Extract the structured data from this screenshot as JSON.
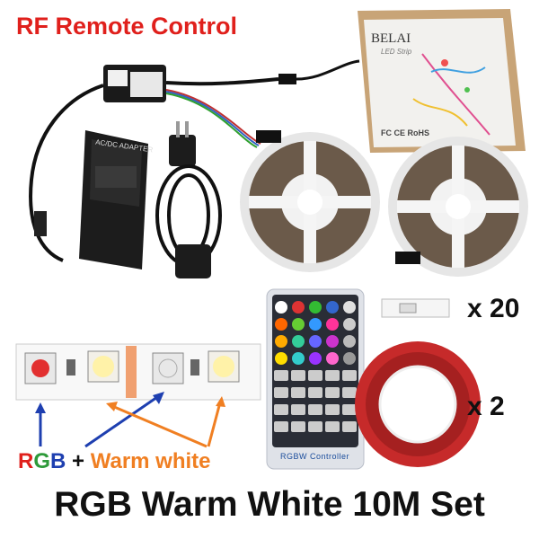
{
  "title": "RF Remote Control",
  "footer": "RGB Warm White 10M Set",
  "box": {
    "brand": "BELAI",
    "subtitle": "LED Strip",
    "cert": "FC CE RoHS"
  },
  "adapter": {
    "label": "AC/DC ADAPTER"
  },
  "remote": {
    "label": "RGBW Controller"
  },
  "quantities": {
    "clips": "x 20",
    "tape": "x 2"
  },
  "legend": {
    "r": "R",
    "g": "G",
    "b": "B",
    "plus": " + ",
    "warm": "Warm white"
  },
  "colors": {
    "title": "#e0201c",
    "red": "#e0201c",
    "green": "#2e9a3a",
    "blue": "#1e3fb0",
    "orange": "#f07f22",
    "arrow_blue": "#1e3fb0"
  }
}
